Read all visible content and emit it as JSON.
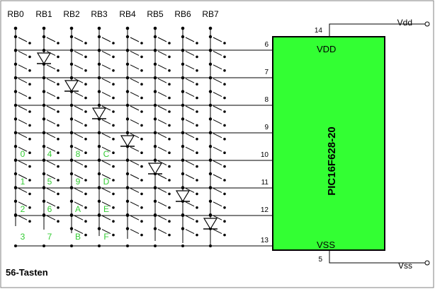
{
  "column_labels": [
    "RB0",
    "RB1",
    "RB2",
    "RB3",
    "RB4",
    "RB5",
    "RB6",
    "RB7"
  ],
  "ic": {
    "name": "PIC16F628-20",
    "fill": "#33ff33",
    "pins": [
      {
        "name": "RB0",
        "number": "6"
      },
      {
        "name": "RB1",
        "number": "7"
      },
      {
        "name": "RB2",
        "number": "8"
      },
      {
        "name": "RB3",
        "number": "9"
      },
      {
        "name": "RB4",
        "number": "10"
      },
      {
        "name": "RB5",
        "number": "11"
      },
      {
        "name": "RB6",
        "number": "12"
      },
      {
        "name": "RB7",
        "number": "13"
      }
    ],
    "vdd": {
      "name": "VDD",
      "number": "14",
      "net": "Vdd"
    },
    "vss": {
      "name": "VSS",
      "number": "5",
      "net": "Vss"
    }
  },
  "key_labels": [
    [
      "0",
      "4",
      "8",
      "C"
    ],
    [
      "1",
      "5",
      "9",
      "D"
    ],
    [
      "2",
      "6",
      "A",
      "E"
    ],
    [
      "3",
      "7",
      "B",
      "F"
    ]
  ],
  "key_color": "#33cc33",
  "caption": "56-Tasten"
}
